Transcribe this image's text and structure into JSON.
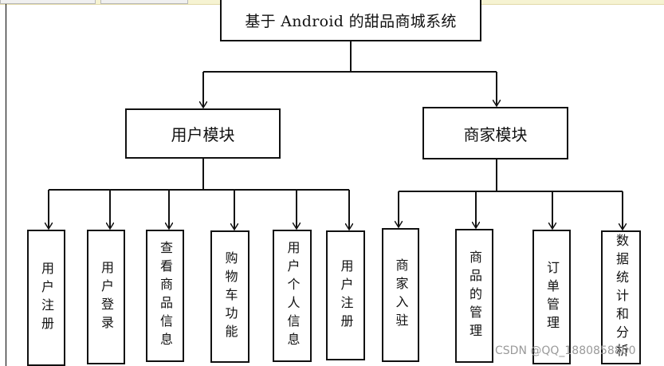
{
  "diagram": {
    "root": "基于 Android 的甜品商城系统",
    "modules": [
      {
        "label": "用户模块",
        "children": [
          "用户注册",
          "用户登录",
          "查看商品信息",
          "购物车功能",
          "用户个人信息",
          "用户注册"
        ]
      },
      {
        "label": "商家模块",
        "children": [
          "商家入驻",
          "商品的管理",
          "订单管理",
          "数据统计和分析"
        ]
      }
    ]
  },
  "watermark": "CSDN @QQ_1880858800"
}
